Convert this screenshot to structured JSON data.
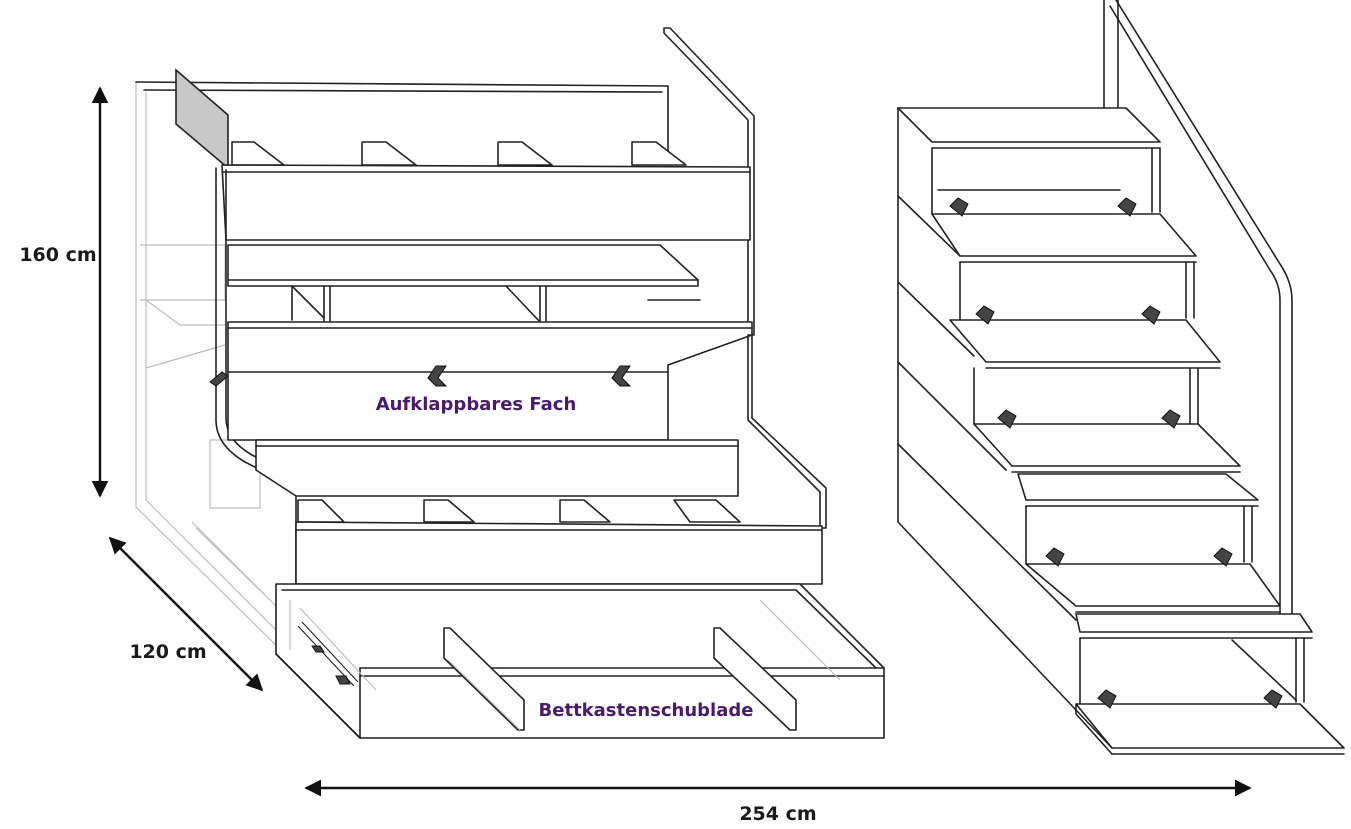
{
  "dimensions": {
    "height": "160 cm",
    "depth": "120 cm",
    "width": "254 cm"
  },
  "callouts": {
    "flap_compartment": "Aufklappbares Fach",
    "drawer": "Bettkastenschublade"
  },
  "colors": {
    "line": "#222222",
    "callout_text": "#4b1a6e",
    "headboard_fill": "#c8c8c8"
  }
}
